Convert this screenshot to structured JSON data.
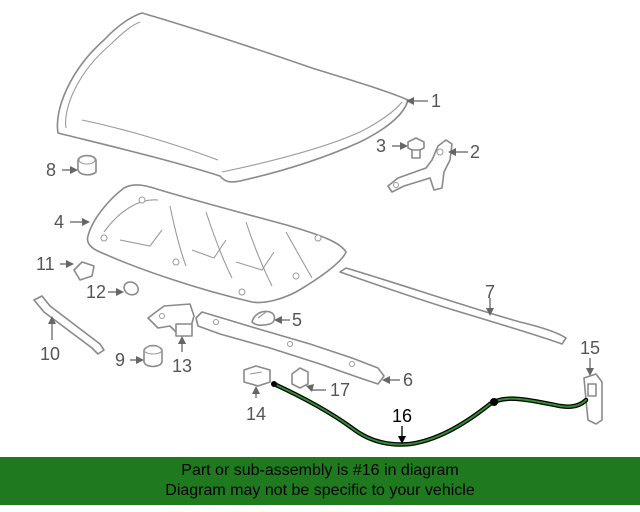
{
  "colors": {
    "banner_background": "#1f7a1f",
    "highlight_cable": "#2f8f2f",
    "line_art": "#8a8a8a"
  },
  "parts": [
    {
      "id": "1",
      "label": "1",
      "name": "hood"
    },
    {
      "id": "2",
      "label": "2",
      "name": "hinge"
    },
    {
      "id": "3",
      "label": "3",
      "name": "bolt"
    },
    {
      "id": "4",
      "label": "4",
      "name": "insulator"
    },
    {
      "id": "5",
      "label": "5",
      "name": "retainer"
    },
    {
      "id": "6",
      "label": "6",
      "name": "support"
    },
    {
      "id": "7",
      "label": "7",
      "name": "weatherstrip"
    },
    {
      "id": "8",
      "label": "8",
      "name": "bumper"
    },
    {
      "id": "9",
      "label": "9",
      "name": "bumper"
    },
    {
      "id": "10",
      "label": "10",
      "name": "prop-rod"
    },
    {
      "id": "11",
      "label": "11",
      "name": "clip"
    },
    {
      "id": "12",
      "label": "12",
      "name": "grommet"
    },
    {
      "id": "13",
      "label": "13",
      "name": "latch"
    },
    {
      "id": "14",
      "label": "14",
      "name": "striker"
    },
    {
      "id": "15",
      "label": "15",
      "name": "release-handle"
    },
    {
      "id": "16",
      "label": "16",
      "name": "release-cable",
      "highlighted": true
    },
    {
      "id": "17",
      "label": "17",
      "name": "clip"
    }
  ],
  "banner": {
    "line1": "Part or sub-assembly is #16 in diagram",
    "line2": "Diagram may not be specific to your vehicle"
  }
}
